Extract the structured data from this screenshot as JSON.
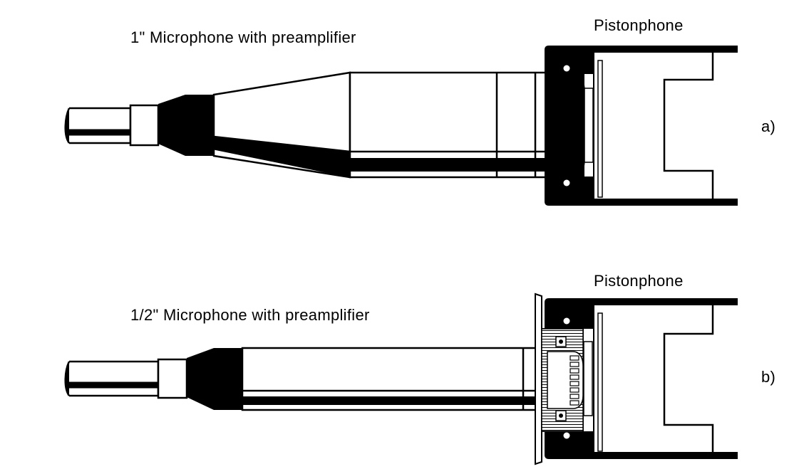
{
  "diagram": {
    "panel_a": {
      "caption": "1\" Microphone with preamplifier",
      "device": "Pistonphone",
      "tag": "a)"
    },
    "panel_b": {
      "caption": "1/2\" Microphone with preamplifier",
      "device": "Pistonphone",
      "tag": "b)"
    }
  },
  "colors": {
    "ink": "#000000",
    "paper": "#ffffff"
  }
}
